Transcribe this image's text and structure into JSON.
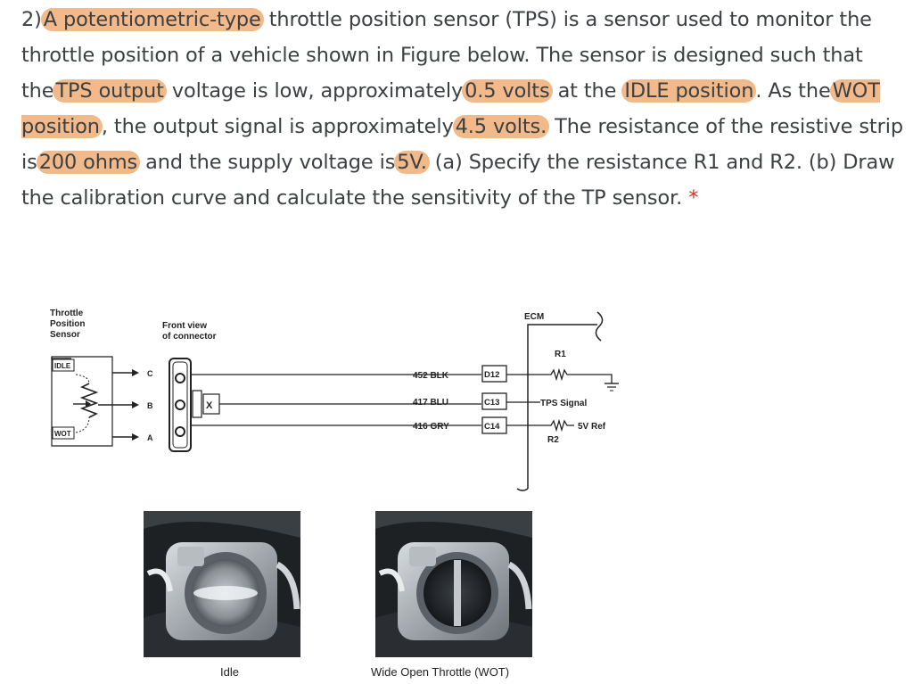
{
  "question": {
    "p1": "2)",
    "h1": "A potentiometric-type",
    "p2": " throttle position sensor (TPS) is a sensor used to monitor the throttle position of a vehicle shown in Figure below. The sensor is designed such that the",
    "h2": "TPS output",
    "p3": " voltage is low, approximately",
    "h3": "0.5 volts",
    "p4": " at the",
    "h4": "IDLE position",
    "p5": ". As the",
    "h5": "WOT position",
    "p6": ", the output signal is approximately",
    "h6": "4.5 volts.",
    "p7": " The resistance of the resistive strip is",
    "h7": "200 ohms",
    "p8": " and the supply voltage is",
    "h8": "5V.",
    "p9": " (a) Specify the resistance R1 and R2. (b) Draw the calibration curve and calculate the sensitivity of the TP sensor.",
    "required": " *"
  },
  "diagram": {
    "tps_label": [
      "Throttle",
      "Position",
      "Sensor"
    ],
    "connector_label": [
      "Front view",
      "of connector"
    ],
    "idle_tag": "IDLE",
    "wot_tag": "WOT",
    "pins": [
      "C",
      "B",
      "A"
    ],
    "wires": [
      "452 BLK",
      "417 BLU",
      "416 GRY"
    ],
    "ecm_pins": [
      "D12",
      "C13",
      "C14"
    ],
    "ecm_label": "ECM",
    "r1_label": "R1",
    "r2_label": "R2",
    "tps_signal": "TPS Signal",
    "ref_label": "5V Ref",
    "x_label": "X"
  },
  "photos": {
    "idle_caption": "Idle",
    "wot_caption": "Wide Open Throttle (WOT)"
  },
  "colors": {
    "highlight": "#f2b98a",
    "required": "#d93025",
    "text": "#3c4043"
  }
}
